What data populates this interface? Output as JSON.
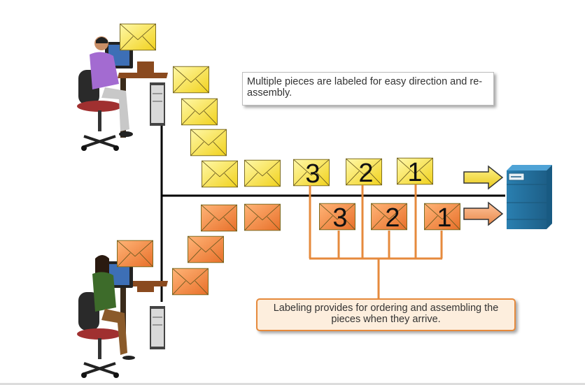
{
  "captions": {
    "top": "Multiple pieces are labeled for easy direction and re-assembly.",
    "bottom": "Labeling provides for ordering and assembling the pieces when they arrive."
  },
  "packet_labels": [
    "1",
    "2",
    "3"
  ],
  "colors": {
    "yellow_envelope": "#f6e24a",
    "orange_envelope": "#f08a3a",
    "server": "#2a7fb0",
    "bracket": "#e68a3c",
    "network_line": "#000000"
  }
}
